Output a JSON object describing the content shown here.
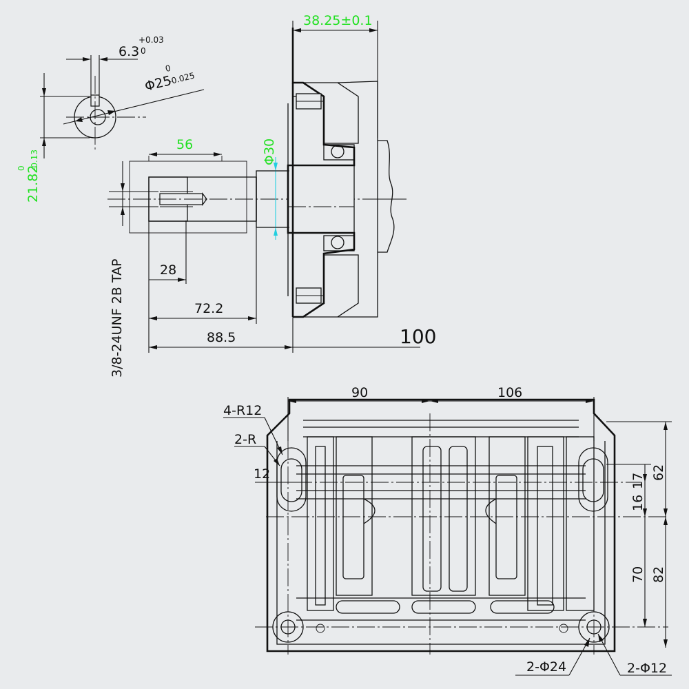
{
  "shaft_view": {
    "keyway_width": "6.3",
    "keyway_width_tol_upper": "+0.03",
    "keyway_width_tol_lower": "0",
    "shaft_diameter": "Φ25",
    "shaft_diameter_tol_upper": "0",
    "shaft_diameter_tol_lower": "-0.025",
    "key_depth": "21.82",
    "key_depth_tol_upper": "0",
    "key_depth_tol_lower": "-0.13",
    "keyway_length": "56",
    "bore_diameter": "Φ30",
    "thread_spec": "3/8-24UNF 2B TAP",
    "tap_depth": "28",
    "len_72_2": "72.2",
    "len_88_5": "88.5",
    "flange_width": "38.25±0.1",
    "len_100": "100"
  },
  "base_view": {
    "span_90": "90",
    "span_106": "106",
    "radius_4r12": "4-R12",
    "radius_2r": "2-R",
    "slot_12": "12",
    "dim_17": "17",
    "dim_16": "16",
    "dim_62": "62",
    "dim_70": "70",
    "dim_82": "82",
    "hole_2d24": "2-Φ24",
    "hole_2d12": "2-Φ12"
  },
  "colors": {
    "background": "#e9ebed",
    "line": "#111111",
    "highlight_text": "#21e021",
    "highlight_line": "#22cfe0"
  }
}
